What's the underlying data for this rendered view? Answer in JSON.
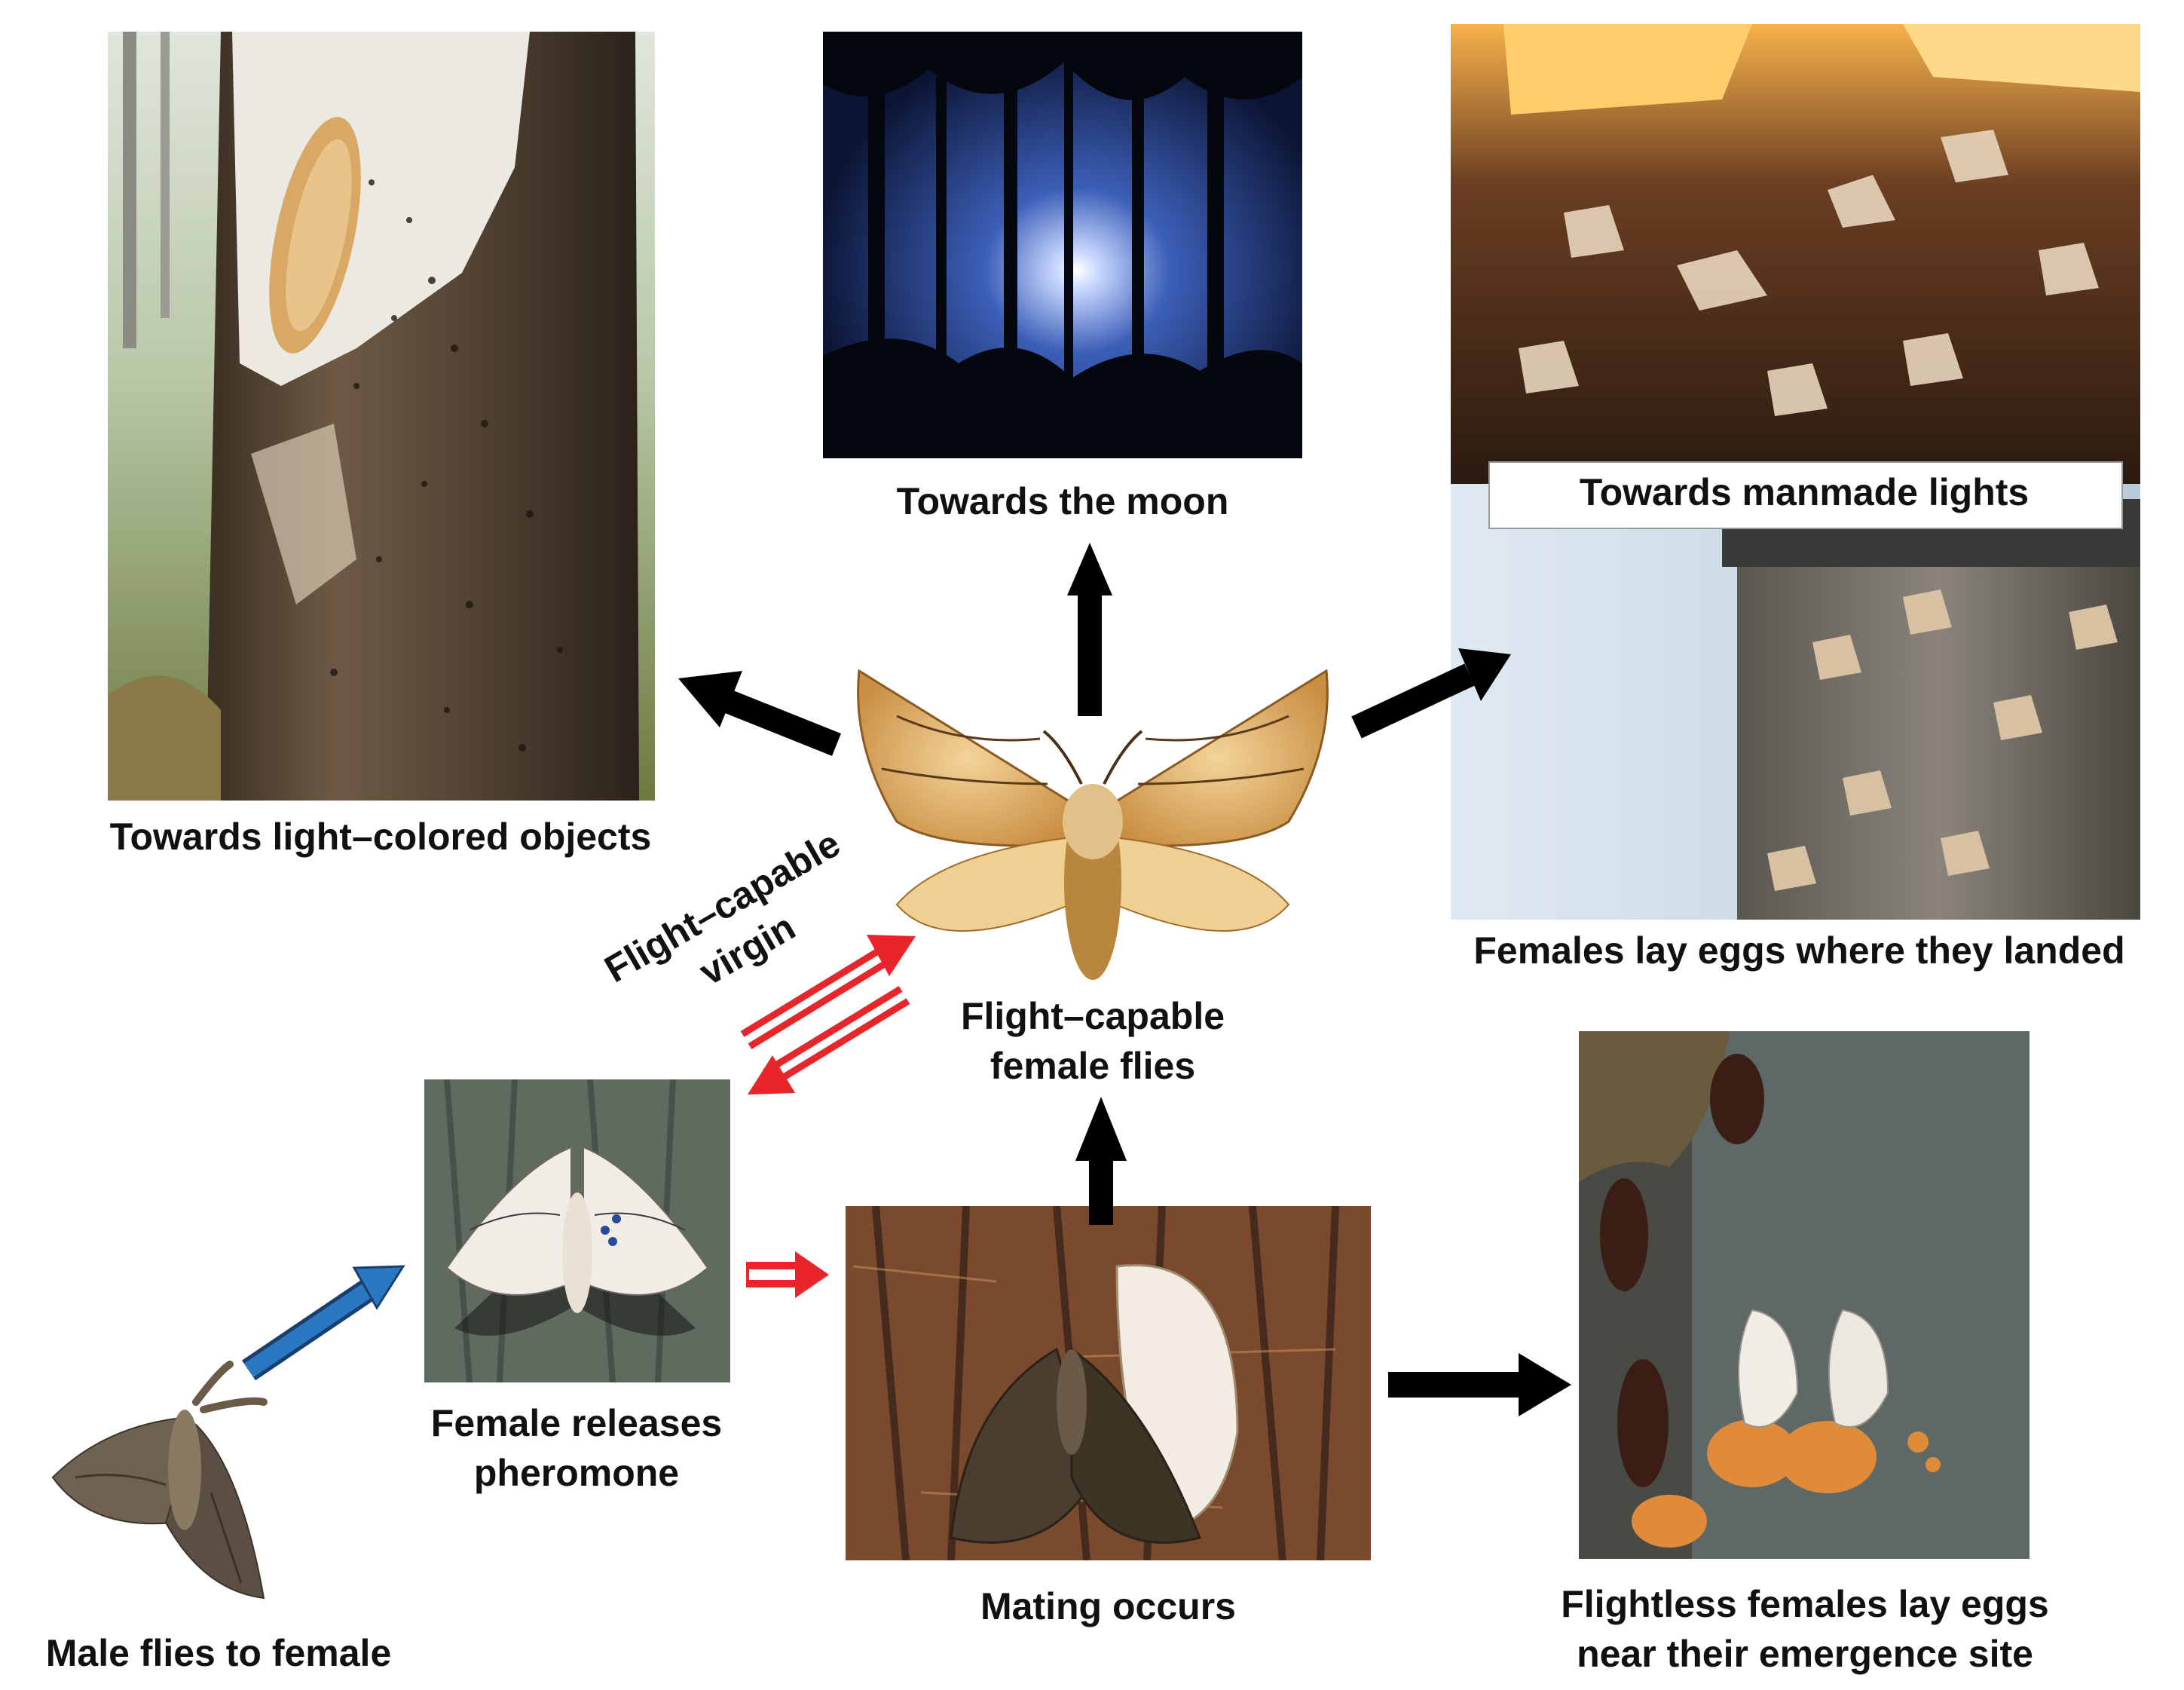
{
  "labels": {
    "towards_light_objects": "Towards light–colored objects",
    "towards_moon": "Towards the moon",
    "towards_manmade": "Towards manmade lights",
    "females_lay_landed": "Females lay eggs where they landed",
    "flight_capable_line1": "Flight–capable",
    "flight_capable_line2": "female flies",
    "virgin_line1": "Flight–capable",
    "virgin_line2": "virgin",
    "female_releases_line1": "Female releases",
    "female_releases_line2": "pheromone",
    "male_flies": "Male flies to female",
    "mating": "Mating occurs",
    "flightless_line1": "Flightless females lay eggs",
    "flightless_line2": "near their emergence site"
  },
  "colors": {
    "black_arrow": "#000000",
    "red_arrow": "#e8252a",
    "blue_arrow": "#2b78c2"
  }
}
